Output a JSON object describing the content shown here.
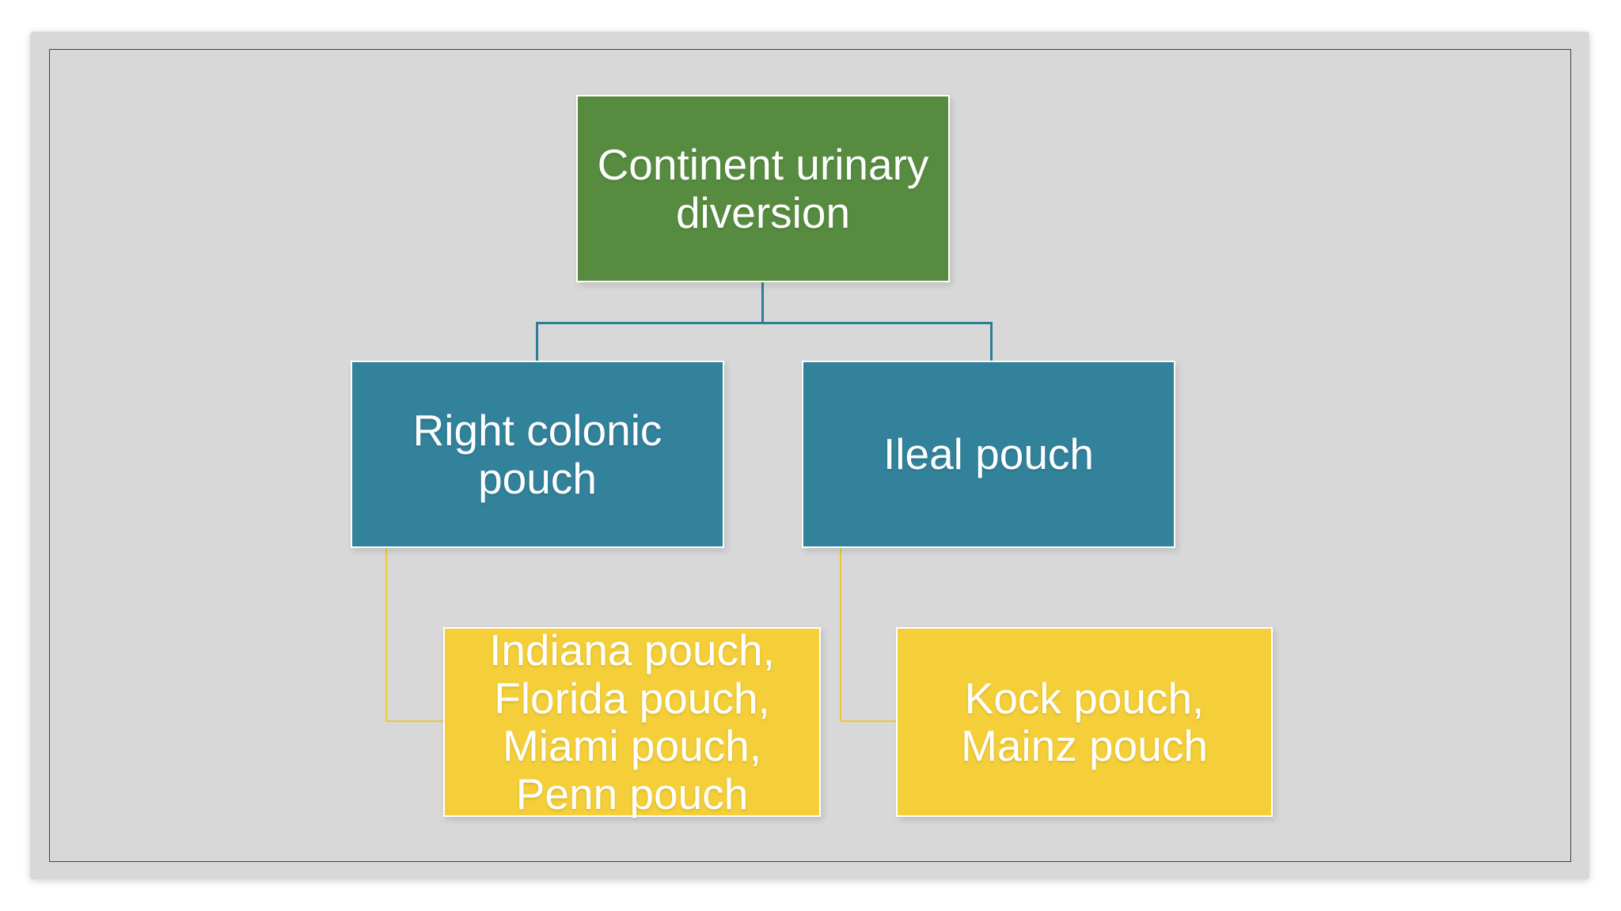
{
  "colors": {
    "page-bg": "#ffffff",
    "slide-bg": "#d8d8d8",
    "frame-border": "#3f3f3f",
    "root-green": "#578c40",
    "branch-teal": "#32829b",
    "leaf-yellow": "#f5cf39",
    "teal-connector": "#2e7d97",
    "yellow-connector": "#eec832",
    "text": "#ffffff"
  },
  "diagram": {
    "root": {
      "label": "Continent urinary diversion"
    },
    "branches": [
      {
        "label": "Right colonic pouch",
        "leaf": {
          "label": "Indiana pouch, Florida pouch, Miami pouch, Penn pouch"
        }
      },
      {
        "label": "Ileal pouch",
        "leaf": {
          "label": "Kock pouch, Mainz pouch"
        }
      }
    ]
  }
}
